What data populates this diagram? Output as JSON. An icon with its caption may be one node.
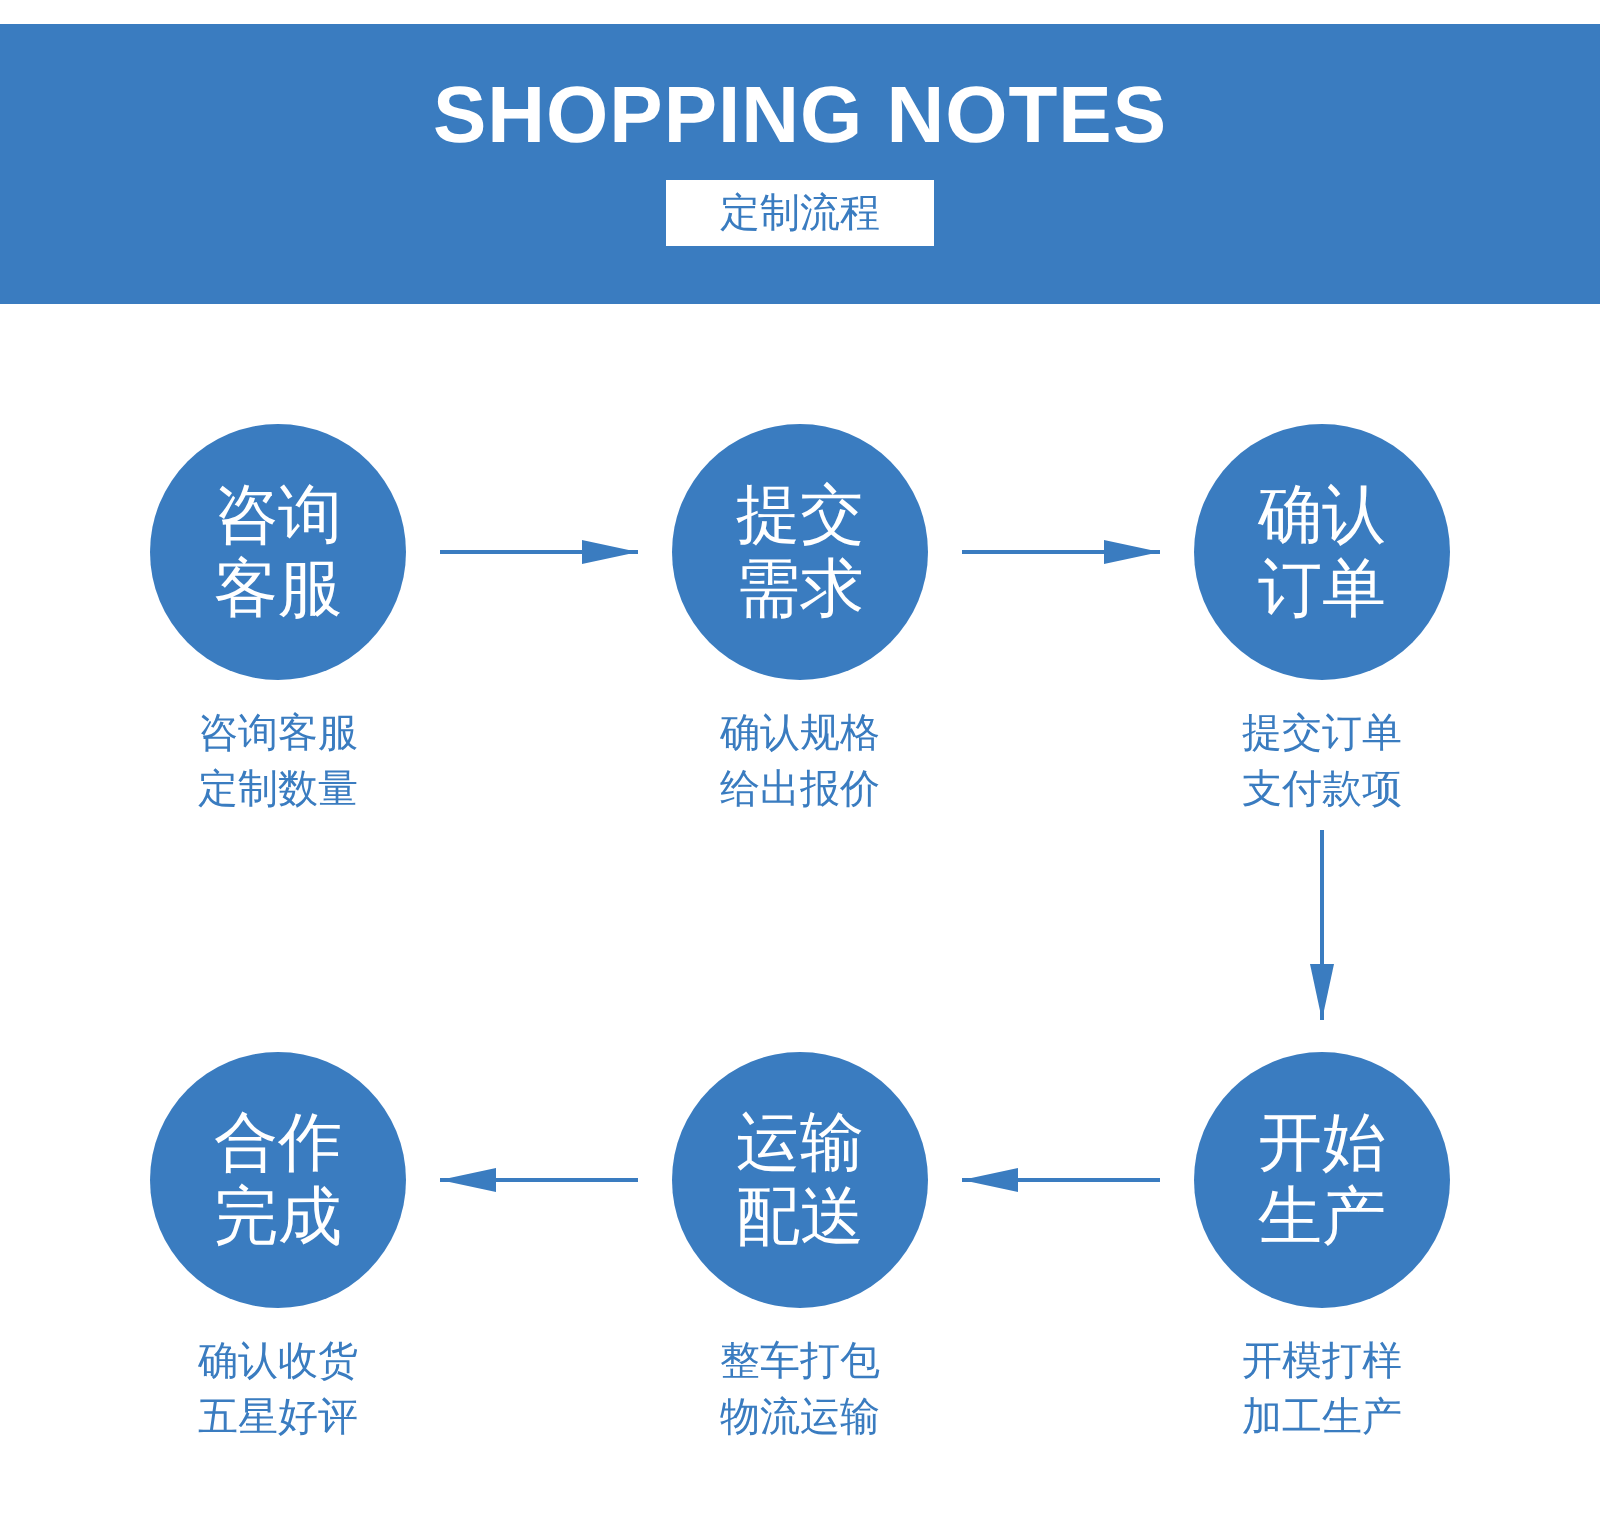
{
  "diagram": {
    "title": "SHOPPING NOTES",
    "nodes": [
      {
        "text": [
          "咨询客服"
        ],
        "beside": [
          "咨询客服",
          "定制数量"
        ]
      },
      {
        "text": [
          "提交需求"
        ],
        "beside": [
          "确认规格",
          "给出报价"
        ]
      },
      {
        "text": [
          "确认订单"
        ],
        "beside": [
          "提交订单",
          "支付款项"
        ]
      },
      {
        "text": [
          "开始生产"
        ],
        "beside": [
          "开模打样",
          "加工生产"
        ]
      },
      {
        "text": [
          "运输配送"
        ],
        "beside": [
          "整车打包",
          "物流运输"
        ]
      },
      {
        "text": [
          "合作完成"
        ],
        "beside": [
          "确认收货",
          "五星好评"
        ]
      }
    ],
    "edges": [
      {
        "from": 0,
        "to": 1,
        "arrow": "to"
      },
      {
        "from": 1,
        "to": 2,
        "arrow": "to"
      },
      {
        "from": 2,
        "to": 3,
        "arrow": "to"
      },
      {
        "from": 3,
        "to": 4,
        "arrow": "to"
      },
      {
        "from": 4,
        "to": 5,
        "arrow": "to"
      }
    ],
    "labels": [
      "定制流程"
    ]
  }
}
